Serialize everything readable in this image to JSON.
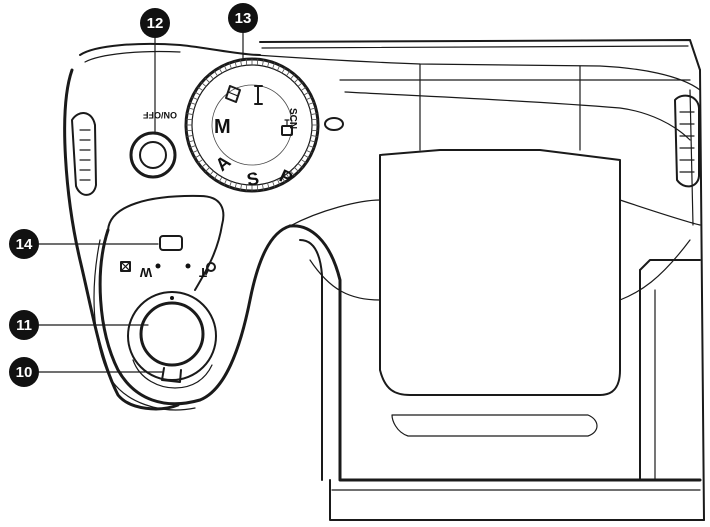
{
  "callouts": {
    "c10": "10",
    "c11": "11",
    "c12": "12",
    "c13": "13",
    "c14": "14"
  },
  "labels": {
    "power": "ON/OFF",
    "zoom_wide": "W",
    "zoom_tele": "T"
  },
  "mode_dial": {
    "m": "M",
    "a": "A",
    "s": "S",
    "p": "P",
    "scn": "SCN"
  },
  "colors": {
    "line": "#1a1a1a",
    "callout_fill": "#111111",
    "callout_text": "#ffffff",
    "background": "#ffffff"
  }
}
